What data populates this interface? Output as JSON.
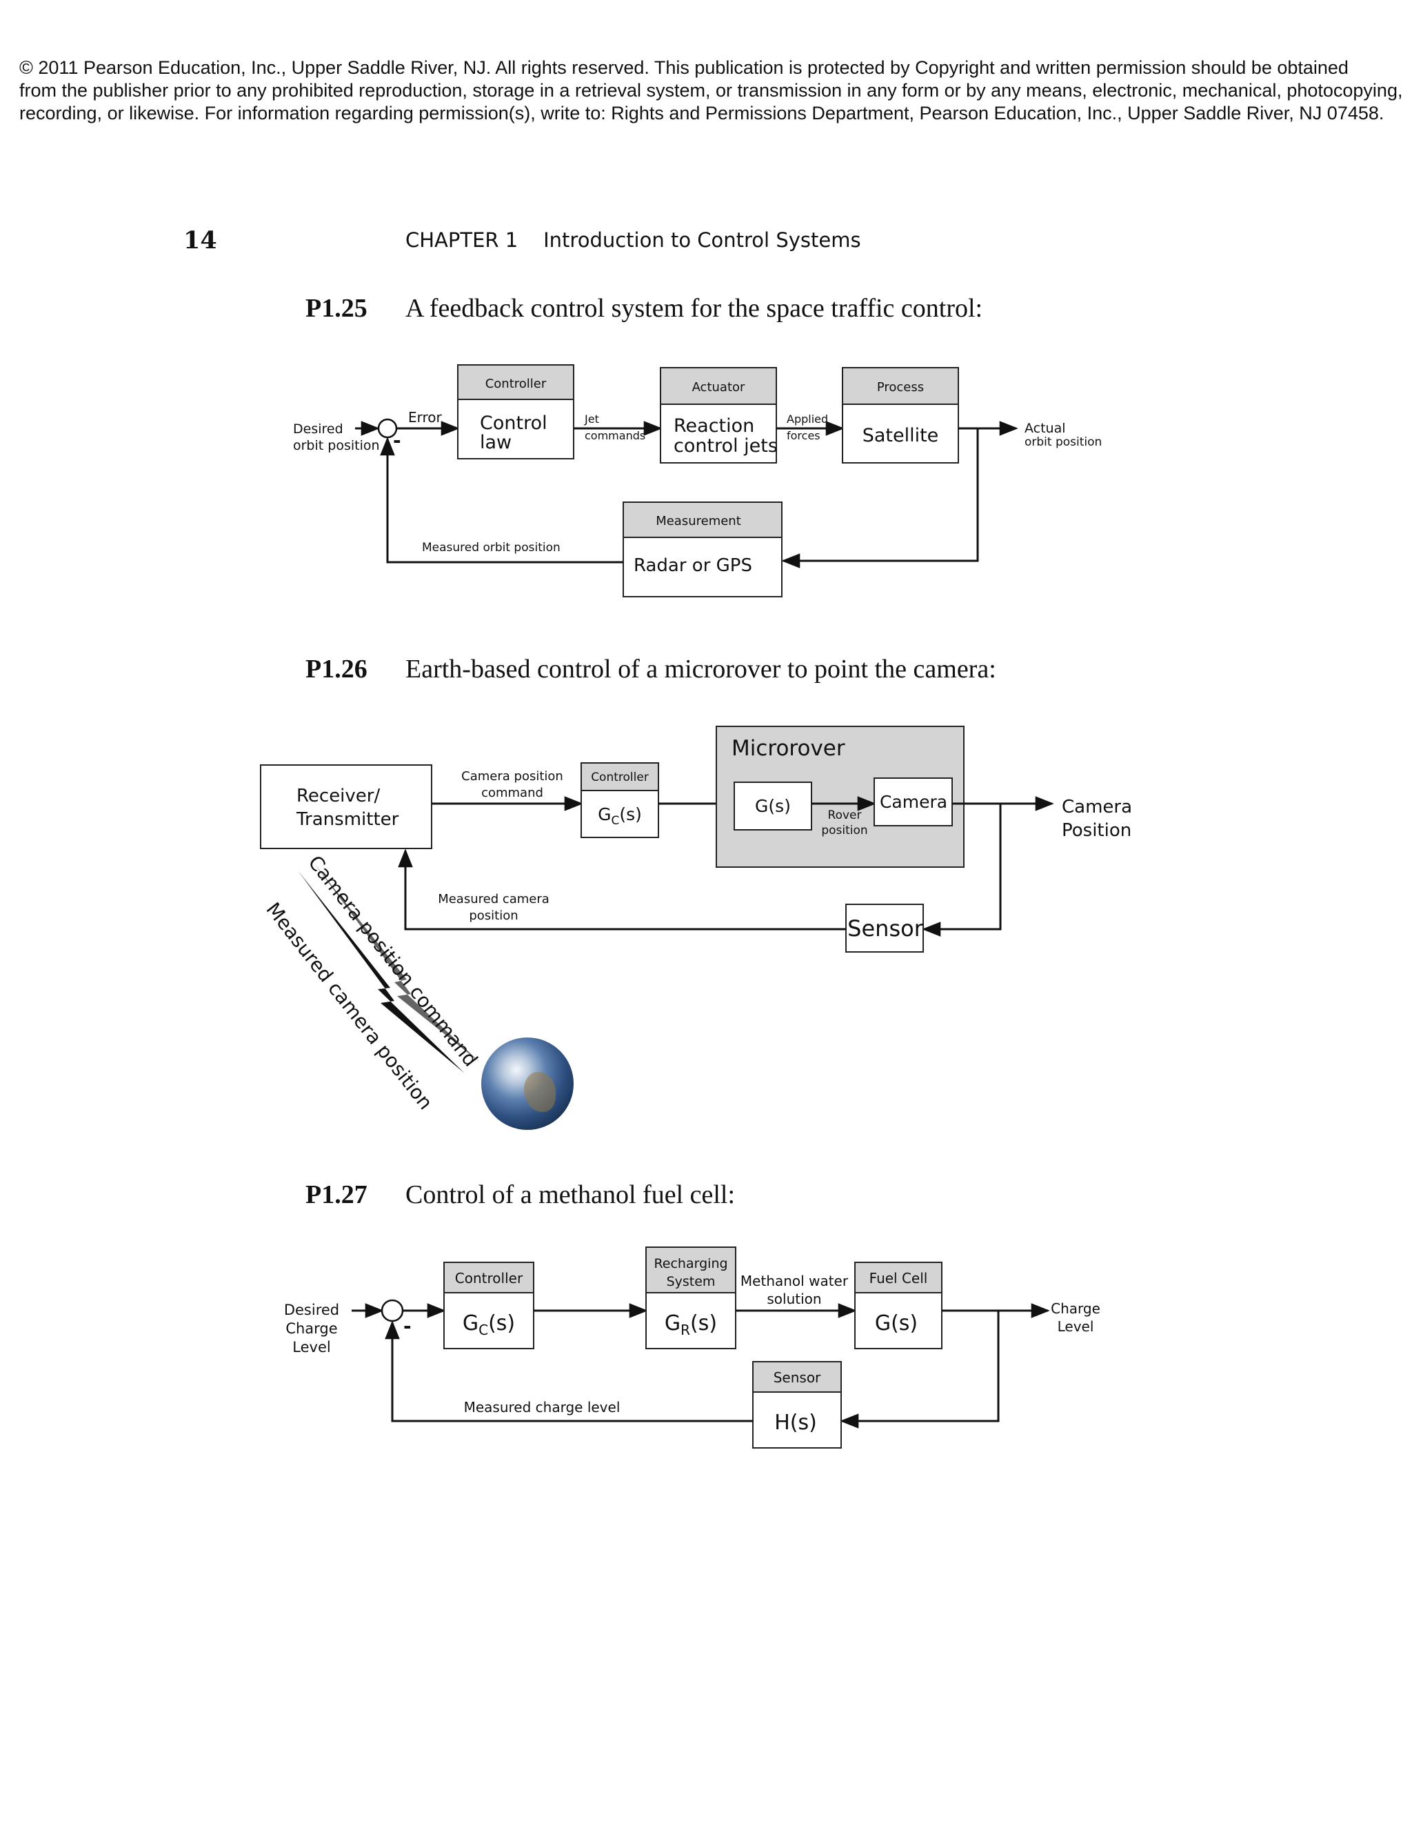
{
  "copyright": {
    "line1": "© 2011 Pearson Education, Inc., Upper Saddle River, NJ. All rights reserved. This publication is protected by Copyright and written permission should be obtained",
    "line2": "from the publisher prior to any prohibited reproduction, storage in a retrieval system, or transmission in any form or by any means, electronic, mechanical, photocopying,",
    "line3": "recording, or likewise. For information regarding permission(s), write to: Rights and Permissions Department, Pearson Education, Inc., Upper Saddle River, NJ 07458."
  },
  "header": {
    "page_number": "14",
    "running_title": "CHAPTER 1    Introduction to Control Systems"
  },
  "problems": [
    {
      "number": "P1.25",
      "title": "A feedback control system for the space traffic control:"
    },
    {
      "number": "P1.26",
      "title": "Earth-based control of a microrover to point the camera:"
    },
    {
      "number": "P1.27",
      "title": "Control of a methanol fuel cell:"
    }
  ],
  "diagram1": {
    "input": [
      "Desired",
      "orbit position"
    ],
    "minus": "-",
    "error": "Error",
    "controller_header": "Controller",
    "controller_body": [
      "Control",
      "law"
    ],
    "jet": [
      "Jet",
      "commands"
    ],
    "actuator_header": "Actuator",
    "actuator_body": [
      "Reaction",
      "control jets"
    ],
    "applied": [
      "Applied",
      "forces"
    ],
    "process_header": "Process",
    "process_body": "Satellite",
    "output": [
      "Actual",
      "orbit position"
    ],
    "measurement_header": "Measurement",
    "measurement_body": "Radar or GPS",
    "feedback": "Measured orbit position"
  },
  "diagram2": {
    "receiver": [
      "Receiver/",
      "Transmitter"
    ],
    "command": [
      "Camera position",
      "command"
    ],
    "controller_header": "Controller",
    "controller_body": "G",
    "controller_sub": "C",
    "controller_args": "(s)",
    "microrover": "Microrover",
    "plant": "G(s)",
    "rover": [
      "Rover",
      "position"
    ],
    "camera": "Camera",
    "output": [
      "Camera",
      "Position"
    ],
    "sensor": "Sensor",
    "measured": [
      "Measured camera",
      "position"
    ],
    "link_command": "Camera position command",
    "link_measured": "Measured camera position"
  },
  "diagram3": {
    "input": [
      "Desired",
      "Charge",
      "Level"
    ],
    "minus": "-",
    "controller_header": "Controller",
    "controller_body": "G",
    "controller_sub": "C",
    "controller_args": "(s)",
    "recharging_header": [
      "Recharging",
      "System"
    ],
    "recharging_body": "G",
    "recharging_sub": "R",
    "recharging_args": "(s)",
    "methanol": [
      "Methanol water",
      "solution"
    ],
    "fuelcell_header": "Fuel Cell",
    "fuelcell_body": "G(s)",
    "output": [
      "Charge",
      "Level"
    ],
    "sensor_header": "Sensor",
    "sensor_body": "H(s)",
    "feedback": "Measured charge level"
  }
}
